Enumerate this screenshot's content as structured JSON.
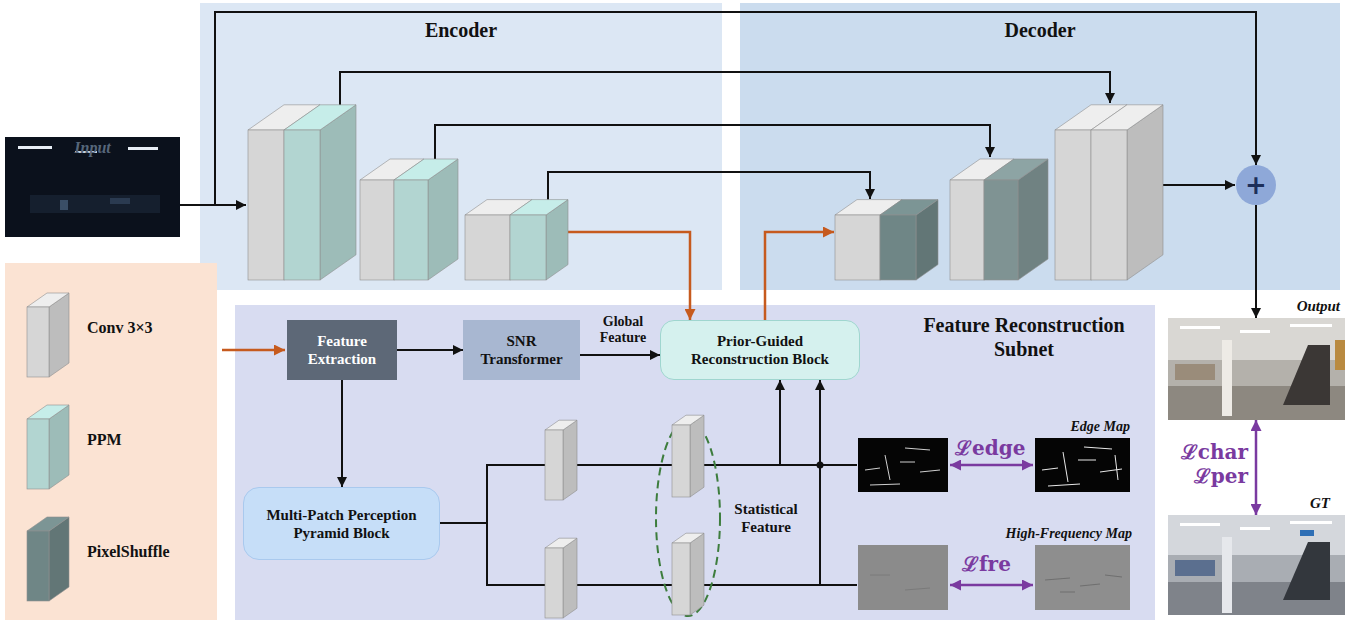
{
  "diagram": {
    "nodes": [
      {
        "text": [
          "Input"
        ]
      },
      {
        "text": [
          "Encoder"
        ]
      },
      {
        "text": [
          "Decoder"
        ]
      },
      {
        "text": [
          "Feature Reconstruction Subnet"
        ]
      },
      {
        "text": [
          "Feature Extraction"
        ],
        "in": 3
      },
      {
        "text": [
          "SNR Transformer"
        ],
        "in": 3
      },
      {
        "text": [
          "Prior-Guided Reconstruction Block"
        ],
        "in": 3
      },
      {
        "text": [
          "Multi-Patch Perception Pyramid Block"
        ],
        "in": 3
      },
      {
        "text": [
          "Edge Map"
        ],
        "in": 3
      },
      {
        "text": [
          "High-Frequency Map"
        ],
        "in": 3
      },
      {
        "text": [
          "+"
        ],
        "in": 2
      },
      {
        "text": [
          "Output"
        ]
      },
      {
        "text": [
          "GT"
        ]
      }
    ],
    "edges": [
      {
        "from": 4,
        "to": 5,
        "arrow": "to"
      },
      {
        "from": 5,
        "to": 6,
        "label": "Global Feature",
        "arrow": "to"
      },
      {
        "from": 4,
        "to": 7,
        "arrow": "to"
      },
      {
        "from": 7,
        "to": 6,
        "arrow": "to"
      },
      {
        "from": 7,
        "to": 6,
        "arrow": "to"
      },
      {
        "from": 1,
        "to": 6,
        "arrow": "to"
      },
      {
        "from": 6,
        "to": 2,
        "arrow": "to"
      },
      {
        "from": 0,
        "to": 10,
        "arrow": "to"
      },
      {
        "from": 10,
        "to": 11,
        "arrow": "to"
      },
      {
        "from": 11,
        "to": 12,
        "label": "ℒchar ℒper",
        "arrow": "both"
      }
    ],
    "labels": [
      "Statistical Feature",
      "ℒedge",
      "ℒfre"
    ],
    "legend": [
      {
        "text": "Conv 3×3",
        "color": "#d6d6d6"
      },
      {
        "text": "PPM",
        "color": "#b2d5d1"
      },
      {
        "text": "PixelShuffle",
        "color": "#6f8686"
      }
    ]
  }
}
